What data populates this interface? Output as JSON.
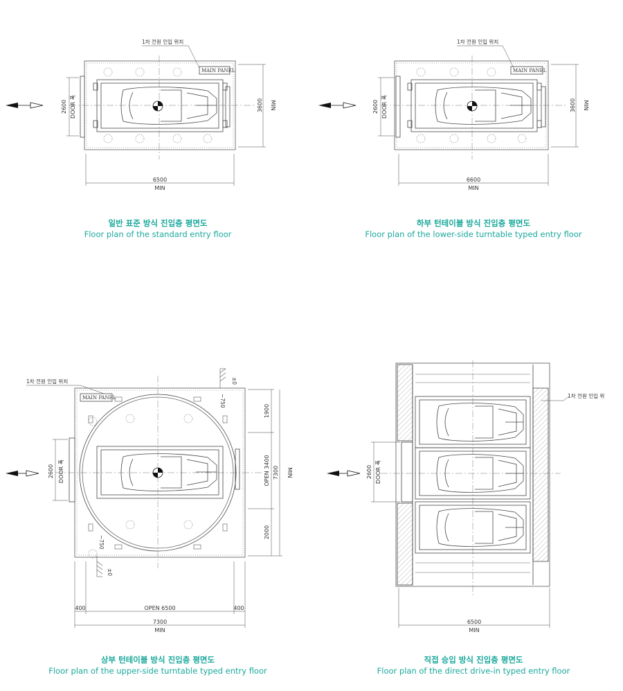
{
  "plans": {
    "standard": {
      "title_ko": "일반 표준 방식 진입층 평면도",
      "title_en": "Floor plan of the standard entry floor",
      "power_label": "1차 전원 인입 위치",
      "panel_label": "MAIN PANEL",
      "door_label": "DOOR 폭",
      "door_width": "2600",
      "depth": "3600",
      "depth_unit": "MIN",
      "width": "6500",
      "width_unit": "MIN"
    },
    "lower_turntable": {
      "title_ko": "하부 턴테이블 방식 진입층 평면도",
      "title_en": "Floor plan of the lower-side turntable typed entry floor",
      "power_label": "1차 전원 인입 위치",
      "panel_label": "MAIN PANEL",
      "door_label": "DOOR 폭",
      "door_width": "2600",
      "depth": "3600",
      "depth_unit": "MIN",
      "width": "6600",
      "width_unit": "MIN"
    },
    "upper_turntable": {
      "title_ko": "상부 턴테이블 방식 진입층 평면도",
      "title_en": "Floor plan of the upper-side turntable typed entry floor",
      "power_label": "1차 전원 인입 위치",
      "panel_label": "MAIN PANEL",
      "door_label": "DOOR 폭",
      "door_width": "2600",
      "dim_top": "1900",
      "dim_open": "OPEN 3400",
      "dim_bottom": "2000",
      "depth": "7300",
      "depth_unit": "MIN",
      "left_margin": "400",
      "open_width": "OPEN 6500",
      "right_margin": "400",
      "width": "7300",
      "width_unit": "MIN",
      "level_top": "±0",
      "level_bottom": "±0",
      "slope_top": "~750",
      "slope_bottom": "~750"
    },
    "direct_drive": {
      "title_ko": "직접 승입 방식 진입층 평면도",
      "title_en": "Floor plan of the direct drive-in typed entry floor",
      "power_label": "1차 전원 인입 위",
      "door_label": "DOOR 폭",
      "door_width": "2600",
      "width": "6500",
      "width_unit": "MIN"
    }
  }
}
